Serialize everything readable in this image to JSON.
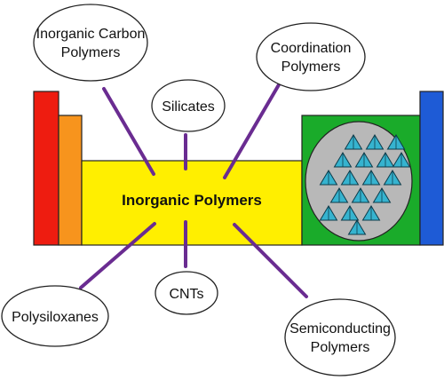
{
  "center": {
    "label": "Inorganic Polymers"
  },
  "bubbles": [
    {
      "id": "inorganic-carbon-polymers",
      "lines": [
        "Inorganic Carbon",
        "Polymers"
      ]
    },
    {
      "id": "silicates",
      "lines": [
        "Silicates"
      ]
    },
    {
      "id": "coordination-polymers",
      "lines": [
        "Coordination",
        "Polymers"
      ]
    },
    {
      "id": "polysiloxanes",
      "lines": [
        "Polysiloxanes"
      ]
    },
    {
      "id": "cnts",
      "lines": [
        "CNTs"
      ]
    },
    {
      "id": "semiconducting-polymers",
      "lines": [
        "Semiconducting",
        "Polymers"
      ]
    }
  ],
  "colors": {
    "red_column": "#ee1c10",
    "orange_column": "#f7941d",
    "yellow_band": "#ffef00",
    "green_block": "#1aab2a",
    "blue_column": "#1e5bd6",
    "inset_circle": "#b8b8b8",
    "tetrahedra": "#36b3cf",
    "connector": "#6a2c91"
  },
  "icons": [
    "silicate-network-icon"
  ]
}
